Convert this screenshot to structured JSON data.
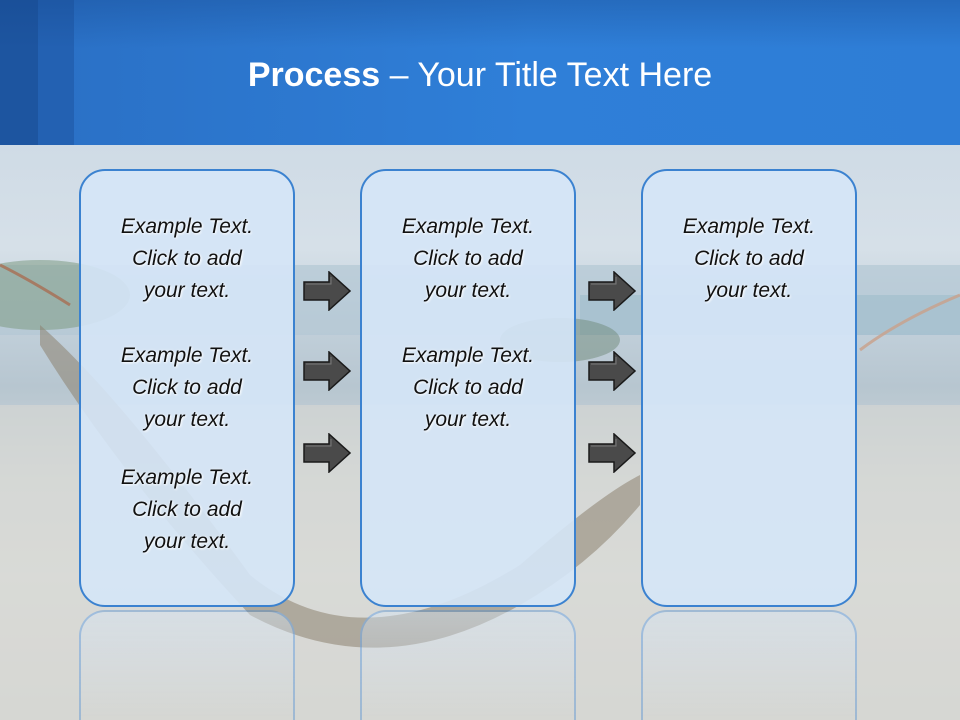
{
  "title": {
    "bold": "Process",
    "rest": "  – Your Title Text Here"
  },
  "columns": [
    {
      "blocks": [
        "Example Text.\nClick  to add\nyour text.",
        "Example Text.\nClick  to add\nyour text.",
        "Example Text.\nClick  to add\nyour text."
      ]
    },
    {
      "blocks": [
        "Example Text.\nClick  to add\nyour text.",
        "Example Text.\nClick  to add\nyour text."
      ]
    },
    {
      "blocks": [
        "Example Text.\nClick  to add\nyour text."
      ]
    }
  ],
  "colors": {
    "header": "#2f7fd8",
    "box_border": "#3b82d0",
    "box_fill": "#d5e5f7",
    "arrow_fill": "#4a4a4a"
  },
  "icons": [
    "right-arrow-icon"
  ]
}
